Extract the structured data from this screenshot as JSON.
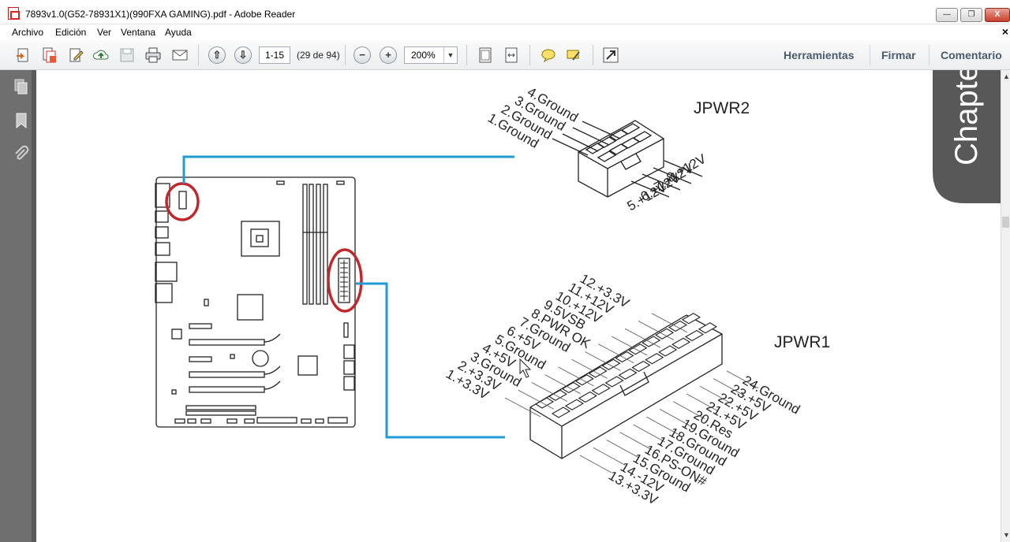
{
  "window": {
    "title": "7893v1.0(G52-78931X1)(990FXA GAMING).pdf - Adobe Reader"
  },
  "menu": [
    "Archivo",
    "Edición",
    "Ver",
    "Ventana",
    "Ayuda"
  ],
  "toolbar": {
    "page_input": "1-15",
    "page_count": "(29 de 94)",
    "zoom": "200%",
    "links": [
      "Herramientas",
      "Firmar",
      "Comentario"
    ]
  },
  "document": {
    "chapter_tab": "Chapter",
    "jpwr2": {
      "title": "JPWR2",
      "left_pins": [
        "4.Ground",
        "3.Ground",
        "2.Ground",
        "1.Ground"
      ],
      "right_pins": [
        "8.+12V",
        "7.+12V",
        "6.+12V",
        "5.+12V"
      ]
    },
    "jpwr1": {
      "title": "JPWR1",
      "left_pins": [
        "12.+3.3V",
        "11.+12V",
        "10.+12V",
        "9.5VSB",
        "8.PWR OK",
        "7.Ground",
        "6.+5V",
        "5.Ground",
        "4.+5V",
        "3.Ground",
        "2.+3.3V",
        "1.+3.3V"
      ],
      "right_pins": [
        "24.Ground",
        "23.+5V",
        "22.+5V",
        "21.+5V",
        "20.Res",
        "19.Ground",
        "18.Ground",
        "17.Ground",
        "16.PS-ON#",
        "15.Ground",
        "14.-12V",
        "13.+3.3V"
      ]
    }
  },
  "colors": {
    "leader_line": "#1e9bd7",
    "highlight_circle": "#c0282d",
    "chapter_tab": "#585858"
  }
}
